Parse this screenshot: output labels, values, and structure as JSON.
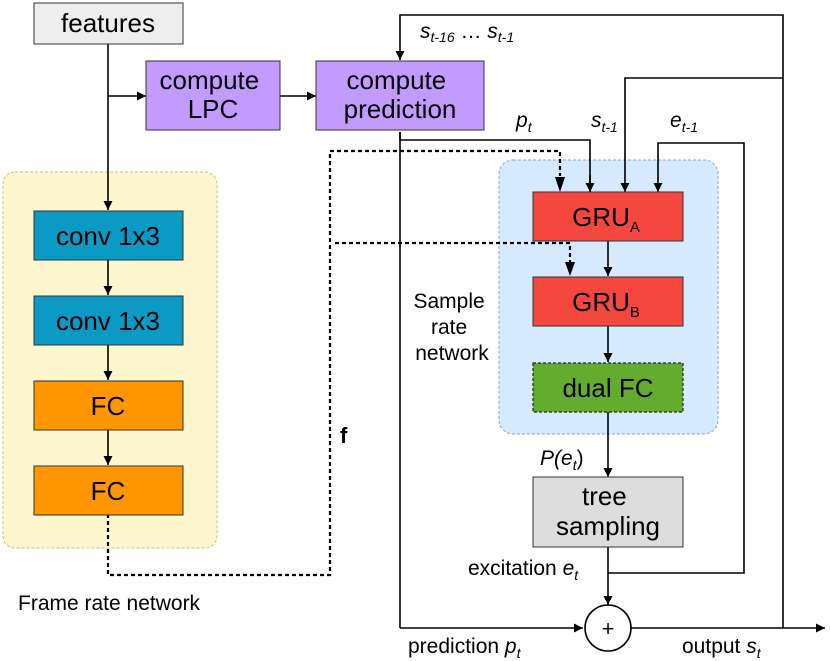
{
  "regions": {
    "frame_rate": "Frame rate network",
    "sample_rate": [
      "Sample",
      "rate",
      "network"
    ]
  },
  "blocks": {
    "features": "features",
    "compute_lpc": [
      "compute",
      "LPC"
    ],
    "compute_prediction": [
      "compute",
      "prediction"
    ],
    "conv1": "conv 1x3",
    "conv2": "conv 1x3",
    "fc1": "FC",
    "fc2": "FC",
    "gru_a": {
      "base": "GRU",
      "sub": "A"
    },
    "gru_b": {
      "base": "GRU",
      "sub": "B"
    },
    "dual_fc": "dual FC",
    "tree_sampling": [
      "tree",
      "sampling"
    ],
    "sum": "+"
  },
  "labels": {
    "s_history": {
      "s1": "s",
      "sub1": "t-16",
      "dots": " … ",
      "s2": "s",
      "sub2": "t-1"
    },
    "p_t": {
      "base": "p",
      "sub": "t"
    },
    "s_t1": {
      "base": "s",
      "sub": "t-1"
    },
    "e_t1": {
      "base": "e",
      "sub": "t-1"
    },
    "f": "f",
    "p_et": {
      "pre": "P(",
      "base": "e",
      "sub": "t",
      "post": ")"
    },
    "excitation": {
      "text": "excitation ",
      "base": "e",
      "sub": "t"
    },
    "prediction": {
      "text": "prediction ",
      "base": "p",
      "sub": "t"
    },
    "output": {
      "text": "output ",
      "base": "s",
      "sub": "t"
    }
  },
  "colors": {
    "features_fill": "#eeeeee",
    "lpc_fill": "#c39bff",
    "conv_fill": "#0a9ac4",
    "fc_fill": "#ff9600",
    "gru_fill": "#f4483f",
    "dual_fc_fill": "#64ac2e",
    "tree_fill": "#dddddd",
    "frame_region_fill": "#fdf6cf",
    "sample_region_fill": "#d6eaff"
  }
}
